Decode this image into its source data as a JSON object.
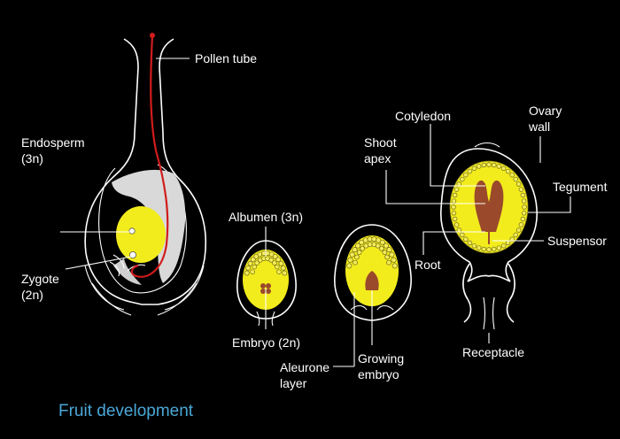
{
  "caption": "Fruit development",
  "colors": {
    "background": "#000000",
    "endosperm": "#f3ec1c",
    "embryo": "#9a4a2a",
    "pollen_tube": "#d21c1c",
    "nucellus": "#d9d9d9",
    "caption": "#4aa8d8"
  },
  "stage1": {
    "pollen_tube": "Pollen tube",
    "endosperm_1": "Endosperm",
    "endosperm_2": "(3n)",
    "zygote_1": "Zygote",
    "zygote_2": "(2n)"
  },
  "stage2": {
    "albumen": "Albumen (3n)",
    "embryo": "Embryo (2n)"
  },
  "stage3": {
    "aleurone_1": "Aleurone",
    "aleurone_2": "layer",
    "growing_1": "Growing",
    "growing_2": "embryo"
  },
  "stage4": {
    "cotyledon": "Cotyledon",
    "ovary_1": "Ovary",
    "ovary_2": "wall",
    "shoot_1": "Shoot",
    "shoot_2": "apex",
    "tegument": "Tegument",
    "suspensor": "Suspensor",
    "root": "Root",
    "receptacle": "Receptacle"
  }
}
